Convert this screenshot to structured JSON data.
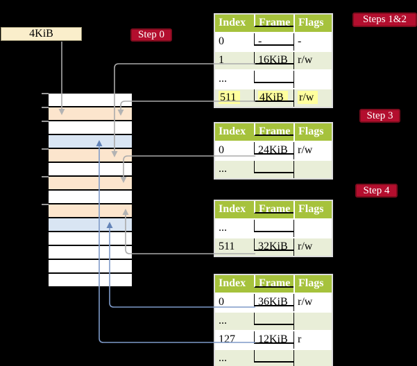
{
  "colors": {
    "background": "#000000",
    "badge_red": "#b30e2e",
    "badge_border": "#7c0c1d",
    "header_green": "#a6c23c",
    "row_shade_green": "#e9eed8",
    "frame_peach": "#fce5cd",
    "frame_blue": "#d9e5f3",
    "highlight_yellow": "#ffff9e",
    "cream_box": "#faeecb",
    "gray_line": "#ababab",
    "blue_line": "#7e9ac9"
  },
  "labels": {
    "page_size_box": "4KiB",
    "step0": "Step 0",
    "steps12": "Steps 1&2",
    "step3": "Step 3",
    "step4": "Step 4"
  },
  "memory": {
    "frames": [
      "white",
      "peach",
      "white",
      "blue",
      "peach",
      "white",
      "peach",
      "white",
      "peach",
      "blue",
      "white",
      "white",
      "white",
      "white"
    ]
  },
  "page_tables": [
    {
      "headers": {
        "index": "Index",
        "frame": "Frame",
        "flags": "Flags"
      },
      "rows": [
        {
          "index": "0",
          "frame": "-",
          "flags": "-"
        },
        {
          "index": "1",
          "frame": "16KiB",
          "flags": "r/w"
        },
        {
          "index": "...",
          "frame": "",
          "flags": ""
        },
        {
          "index": "511",
          "frame": "4KiB",
          "flags": "r/w"
        }
      ]
    },
    {
      "headers": {
        "index": "Index",
        "frame": "Frame",
        "flags": "Flags"
      },
      "rows": [
        {
          "index": "0",
          "frame": "24KiB",
          "flags": "r/w"
        },
        {
          "index": "...",
          "frame": "",
          "flags": ""
        }
      ]
    },
    {
      "headers": {
        "index": "Index",
        "frame": "Frame",
        "flags": "Flags"
      },
      "rows": [
        {
          "index": "...",
          "frame": "",
          "flags": ""
        },
        {
          "index": "511",
          "frame": "32KiB",
          "flags": "r/w"
        }
      ]
    },
    {
      "headers": {
        "index": "Index",
        "frame": "Frame",
        "flags": "Flags"
      },
      "rows": [
        {
          "index": "0",
          "frame": "36KiB",
          "flags": "r/w"
        },
        {
          "index": "...",
          "frame": "",
          "flags": ""
        },
        {
          "index": "127",
          "frame": "12KiB",
          "flags": "r"
        },
        {
          "index": "...",
          "frame": "",
          "flags": ""
        }
      ]
    }
  ]
}
